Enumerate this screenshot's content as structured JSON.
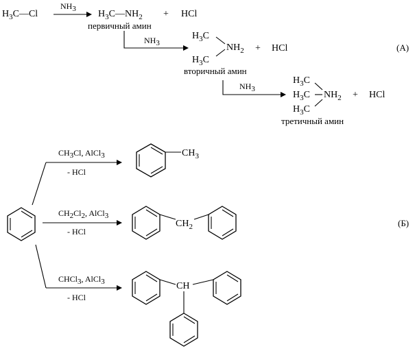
{
  "scheme_a": {
    "reactant": {
      "pre": "H",
      "sub": "3",
      "post": "C—Cl"
    },
    "reagent_nh3": {
      "pre": "NH",
      "sub": "3"
    },
    "step1_product": {
      "pre": "H",
      "sub": "3",
      "mid": "C—NH",
      "sub2": "2"
    },
    "plus": "+",
    "hcl": "HCl",
    "primary_label": "первичный амин",
    "secondary_label": "вторичный амин",
    "tertiary_label": "третичный амин",
    "h3c": {
      "pre": "H",
      "sub": "3",
      "post": "C"
    },
    "nh2": {
      "pre": "NH",
      "sub": "2"
    },
    "n": "N",
    "tag": "(А)"
  },
  "scheme_b": {
    "reagent1": {
      "a": "CH",
      "a_sub": "3",
      "b": "Cl, AlCl",
      "b_sub": "3"
    },
    "reagent2": {
      "a": "CH",
      "a_sub": "2",
      "b": "Cl",
      "b_sub": "2",
      "c": ", AlCl",
      "c_sub": "3"
    },
    "reagent3": {
      "a": "CHCl",
      "a_sub": "3",
      "b": ", AlCl",
      "b_sub": "3"
    },
    "byproduct": "- HCl",
    "ch3": {
      "pre": "CH",
      "sub": "3"
    },
    "ch2": {
      "pre": "CH",
      "sub": "2"
    },
    "ch": "CH",
    "tag": "(Б)"
  }
}
